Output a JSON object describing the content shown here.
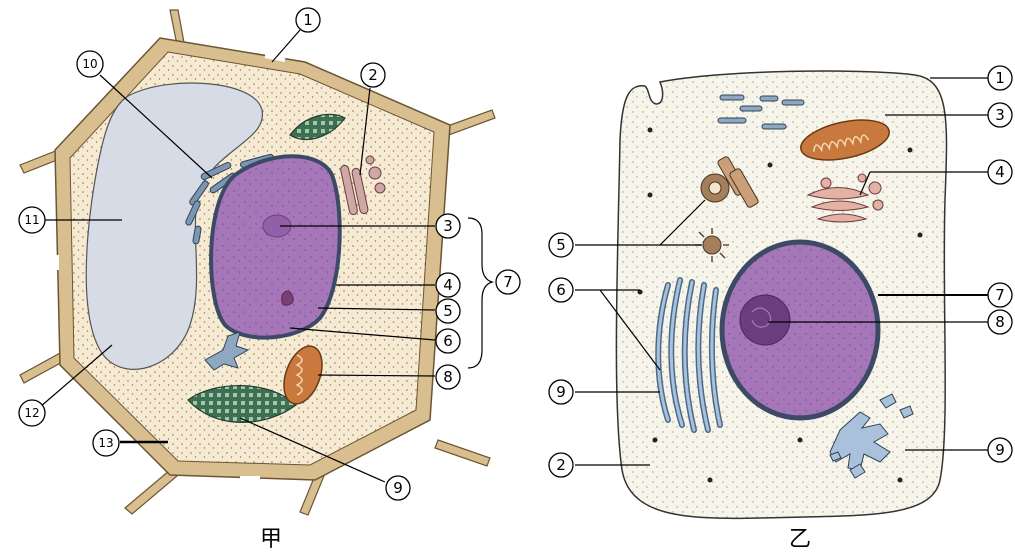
{
  "plant_cell": {
    "caption": "甲",
    "labels": {
      "l1": "1",
      "l2": "2",
      "l3": "3",
      "l4": "4",
      "l5": "5",
      "l6": "6",
      "l7": "7",
      "l8": "8",
      "l9": "9",
      "l10": "10",
      "l11": "11",
      "l12": "12",
      "l13": "13"
    }
  },
  "animal_cell": {
    "caption": "乙",
    "labels": {
      "l1": "1",
      "l2": "2",
      "l3": "3",
      "l4": "4",
      "l5": "5",
      "l6": "6",
      "l7": "7",
      "l8": "8",
      "l9a": "9",
      "l9b": "9"
    }
  },
  "colors": {
    "wall": "#d9bf8f",
    "plant_cytoplasm": "#f6ead2",
    "vacuole": "#d6dbe6",
    "nucleus": "#a576b8",
    "chloroplast": "#3f6e55",
    "mitochondrion": "#c9793e",
    "er": "#7b96b3",
    "animal_cytoplasm": "#f7f4ea"
  }
}
